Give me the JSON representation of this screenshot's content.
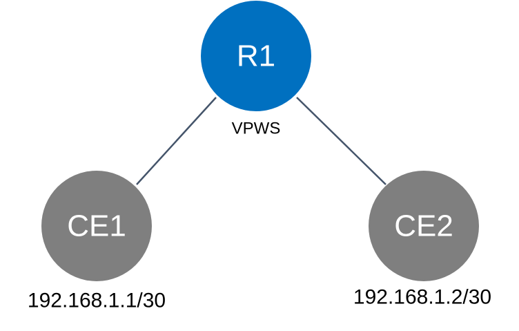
{
  "colors": {
    "router": "#0070c0",
    "ce": "#7f7f7f",
    "link": "#44546a"
  },
  "nodes": {
    "r1": {
      "label": "R1",
      "tag": "VPWS"
    },
    "ce1": {
      "label": "CE1",
      "ip": "192.168.1.1/30"
    },
    "ce2": {
      "label": "CE2",
      "ip": "192.168.1.2/30"
    }
  }
}
